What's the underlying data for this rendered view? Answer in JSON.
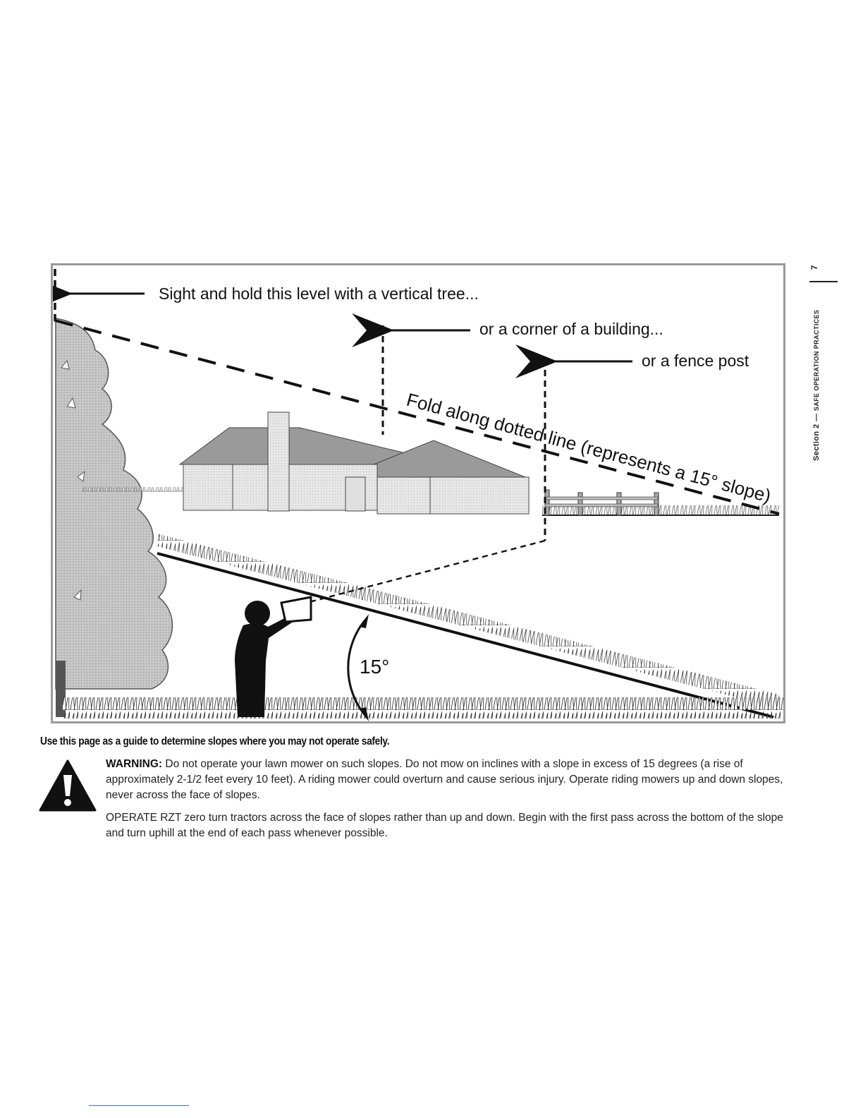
{
  "figure": {
    "labels": {
      "tree": "Sight and hold this level with a vertical tree...",
      "building": "or a corner of a building...",
      "fence": "or a fence post",
      "fold": "Fold along dotted line (represents a 15° slope)",
      "angle": "15°"
    }
  },
  "side": {
    "section": "Section 2",
    "separator": "—",
    "title": "Safe Operation Practices",
    "page_number": "7"
  },
  "guide_heading": "Use this page as a guide to determine slopes where you may not operate safely.",
  "warning": {
    "icon": "warning-triangle-icon",
    "label": "WARNING:",
    "text": "Do not operate your lawn mower on such slopes. Do not mow on inclines with a slope in excess of 15 degrees (a rise of approximately 2-1/2 feet every 10 feet).  A riding mower could overturn and cause serious injury. Operate riding mowers up and down slopes, never across the face of slopes.",
    "operate": "OPERATE RZT zero turn tractors across the face of slopes rather than up and down. Begin with the first pass across the bottom of the slope and turn uphill at the end of each pass whenever possible."
  }
}
